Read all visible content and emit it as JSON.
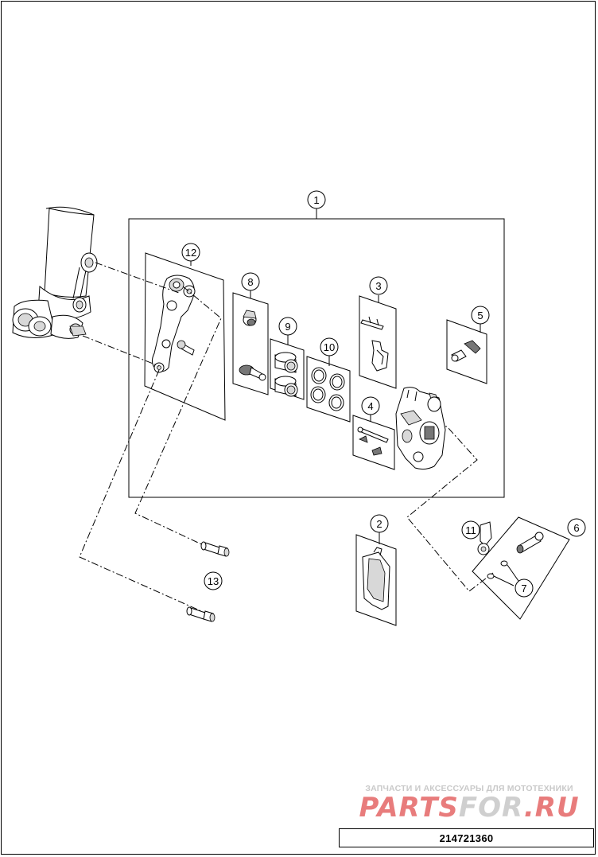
{
  "diagram": {
    "callouts": [
      "1",
      "2",
      "3",
      "4",
      "5",
      "6",
      "7",
      "8",
      "9",
      "10",
      "11",
      "12",
      "13"
    ],
    "document_number": "214721360"
  },
  "watermark": {
    "tagline": "ЗАПЧАСТИ И АКСЕССУАРЫ ДЛЯ МОТОТЕХНИКИ",
    "brand_red": "PARTS",
    "brand_grey": "FOR",
    "brand_suffix": ".RU",
    "colors": {
      "red": "#e87c7c",
      "grey": "#cfcfcf"
    }
  }
}
